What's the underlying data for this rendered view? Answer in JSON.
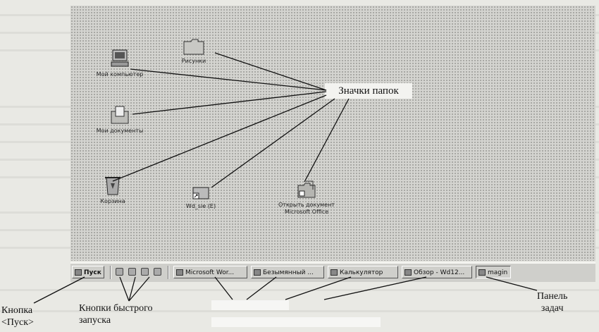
{
  "desktop_icons": [
    {
      "id": "my-computer",
      "label": "Мой компьютер",
      "icon": "computer-icon"
    },
    {
      "id": "pictures",
      "label": "Рисунки",
      "icon": "folder-icon"
    },
    {
      "id": "my-documents",
      "label": "Мои документы",
      "icon": "documents-folder-icon"
    },
    {
      "id": "recycle-bin",
      "label": "Корзина",
      "icon": "recycle-bin-icon"
    },
    {
      "id": "wd-shortcut",
      "label": "Wd_sie (E)",
      "icon": "shortcut-icon"
    },
    {
      "id": "office-doc",
      "label": "Открыть документ Microsoft Office",
      "line1": "Открыть документ",
      "line2": "Microsoft Office",
      "icon": "office-folder-icon"
    }
  ],
  "callout": {
    "label": "Значки папок"
  },
  "taskbar": {
    "start_label": "Пуск",
    "quick_launch": [
      "ie-icon",
      "outlook-icon",
      "desktop-icon",
      "channels-icon"
    ],
    "buttons": [
      {
        "label": "Microsoft Wor...",
        "icon": "word-icon"
      },
      {
        "label": "Безымянный ...",
        "icon": "paint-icon"
      },
      {
        "label": "Калькулятор",
        "icon": "calculator-icon"
      },
      {
        "label": "Обзор - Wd12...",
        "icon": "explorer-icon"
      }
    ],
    "clock": "magin"
  },
  "captions": {
    "start_line1": "Кнопка",
    "start_line2": "<Пуск>",
    "quick_line1": "Кнопки быстрого",
    "quick_line2": "запуска",
    "panel_line1": "Панель",
    "panel_line2": "задач"
  }
}
